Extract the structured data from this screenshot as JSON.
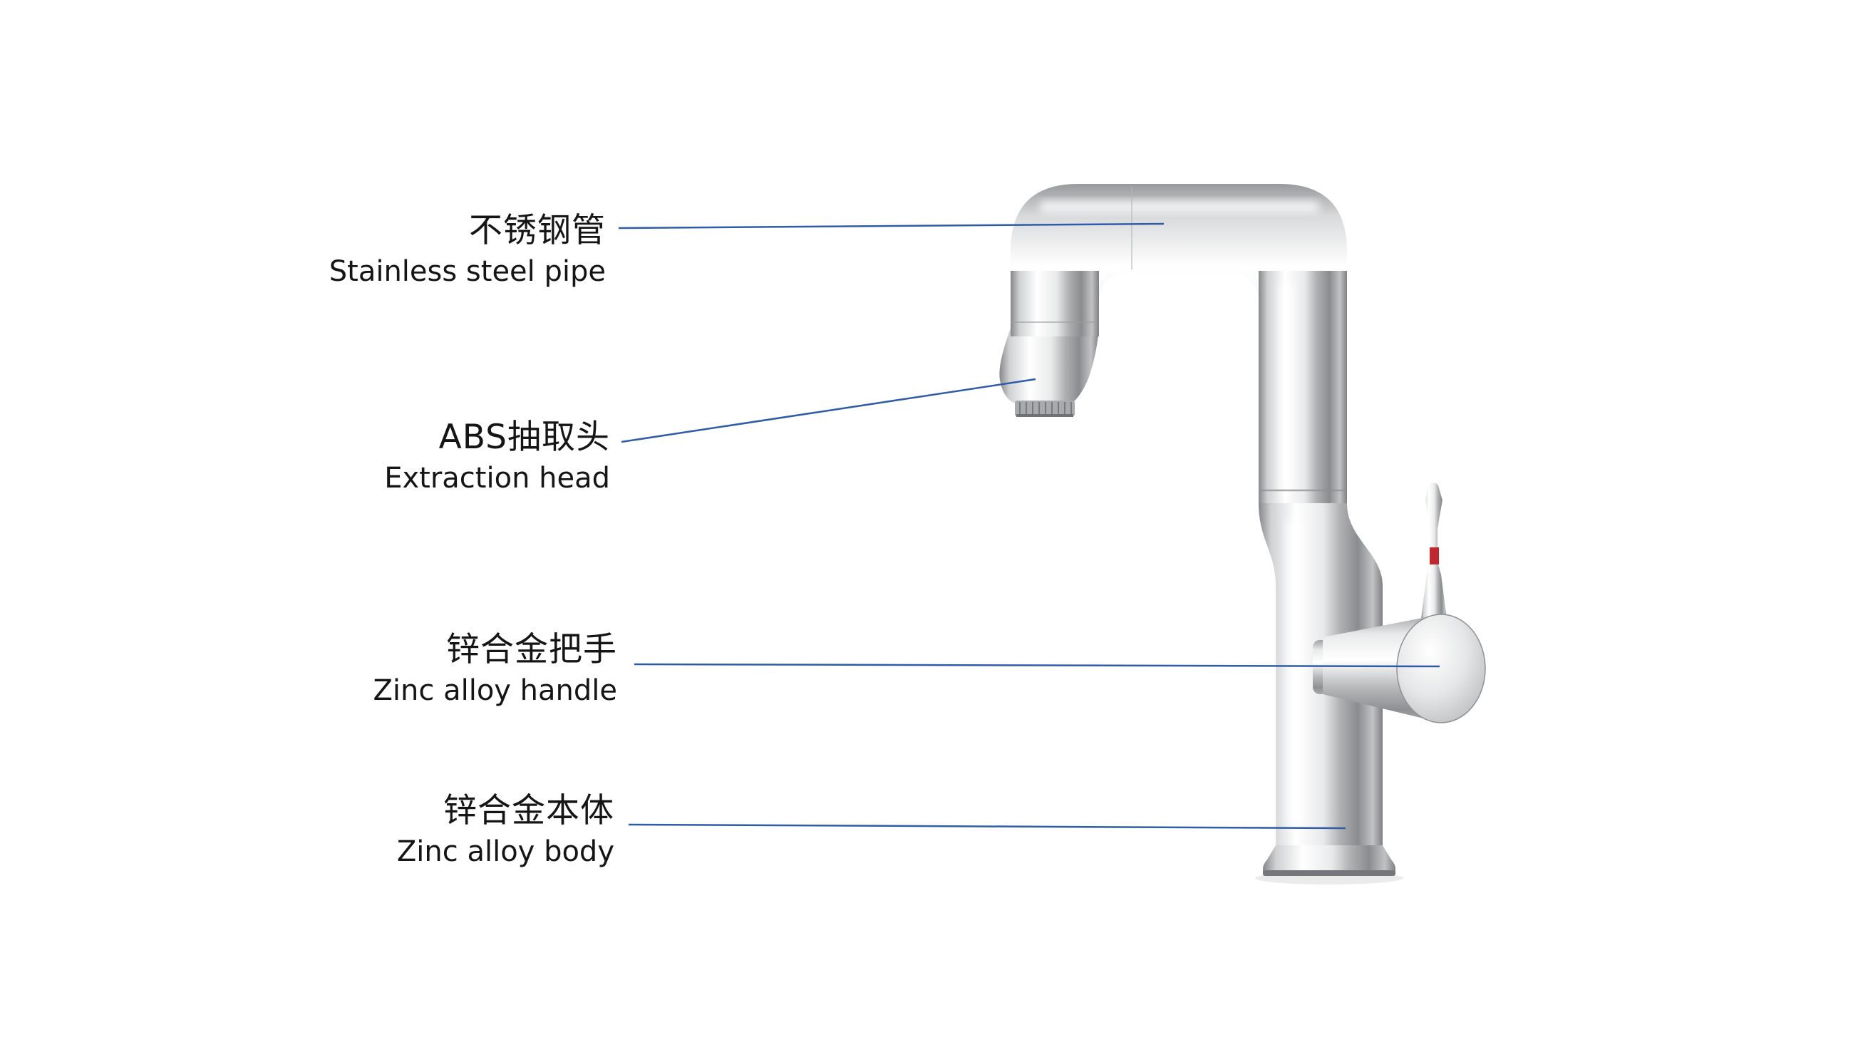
{
  "page": {
    "background_color": "#ffffff"
  },
  "diagram": {
    "leader_line_color": "#2f5ca8",
    "handle_red_accent": "#c1272d",
    "labels": [
      {
        "id": "stainless-steel-pipe",
        "zh": "不锈钢管",
        "en": "Stainless steel pipe"
      },
      {
        "id": "extraction-head",
        "zh": "ABS抽取头",
        "en": "Extraction head"
      },
      {
        "id": "zinc-alloy-handle",
        "zh": "锌合金把手",
        "en": "Zinc alloy handle"
      },
      {
        "id": "zinc-alloy-body",
        "zh": "锌合金本体",
        "en": "Zinc alloy body"
      }
    ]
  }
}
